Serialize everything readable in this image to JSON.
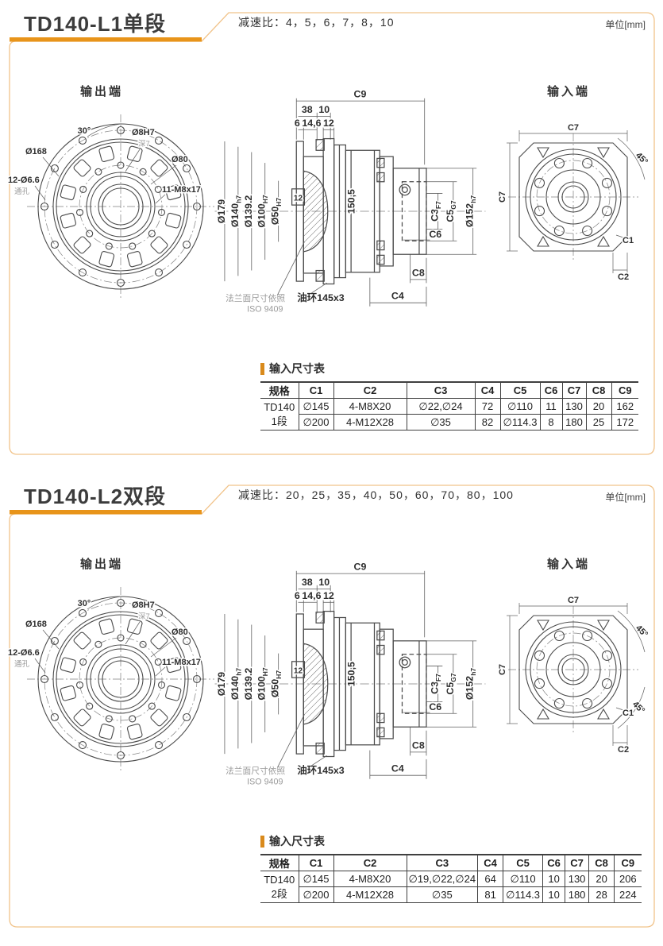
{
  "page": {
    "accent": "#E8941A",
    "panel_border": "#F1C38A"
  },
  "sections": [
    {
      "title": "TD140-L1单段",
      "ratio": "减速比：4，5，6，7，8，10",
      "unit": "单位[mm]",
      "table": {
        "title": "输入尺寸表",
        "headers": [
          "规格",
          "C1",
          "C2",
          "C3",
          "C4",
          "C5",
          "C6",
          "C7",
          "C8",
          "C9"
        ],
        "spec": [
          "TD140",
          "1段"
        ],
        "rows": [
          [
            "∅145",
            "4-M8X20",
            "∅22,∅24",
            "72",
            "∅110",
            "11",
            "130",
            "20",
            "162"
          ],
          [
            "∅200",
            "4-M12X28",
            "∅35",
            "82",
            "∅114.3",
            "8",
            "180",
            "25",
            "172"
          ]
        ]
      }
    },
    {
      "title": "TD140-L2双段",
      "ratio": "减速比：20，25，35，40，50，60，70，80，100",
      "unit": "单位[mm]",
      "table": {
        "title": "输入尺寸表",
        "headers": [
          "规格",
          "C1",
          "C2",
          "C3",
          "C4",
          "C5",
          "C6",
          "C7",
          "C8",
          "C9"
        ],
        "spec": [
          "TD140",
          "2段"
        ],
        "rows": [
          [
            "∅145",
            "4-M8X20",
            "∅19,∅22,∅24",
            "64",
            "∅110",
            "10",
            "130",
            "20",
            "206"
          ],
          [
            "∅200",
            "4-M12X28",
            "∅35",
            "81",
            "∅114.3",
            "10",
            "180",
            "28",
            "224"
          ]
        ]
      }
    }
  ],
  "drawings": {
    "output_view": {
      "title": "输出端",
      "angle": "30°",
      "bolt_circle": "Ø168",
      "holes": "12-Ø6.6",
      "holes_note": "通孔",
      "pin": "Ø8H7",
      "pin_depth": "深7",
      "hub": "Ø80",
      "tap": "11-M8x17"
    },
    "section_view": {
      "c9": "C9",
      "d38": "38",
      "d10": "10",
      "d6": "6",
      "d14_6": "14,6",
      "d12": "12",
      "len": "150,5",
      "d179": "Ø179",
      "d140": "Ø140",
      "d140s": "h7",
      "d139": "Ø139.2",
      "d100": "Ø100",
      "d100s": "H7",
      "d50": "Ø50",
      "d50s": "H7",
      "key": "12",
      "c3": "C3",
      "c3s": "F7",
      "c5": "C5",
      "c5s": "G7",
      "d152": "Ø152",
      "d152s": "h7",
      "c6": "C6",
      "c8": "C8",
      "c4": "C4",
      "flange_note": "法兰面尺寸依照",
      "flange_std": "ISO 9409",
      "oil": "油环145x3"
    },
    "input_view": {
      "title": "输入端",
      "c7_top": "C7",
      "c7_left": "C7",
      "deg45": "45°",
      "c1": "C1",
      "c2": "C2"
    }
  }
}
